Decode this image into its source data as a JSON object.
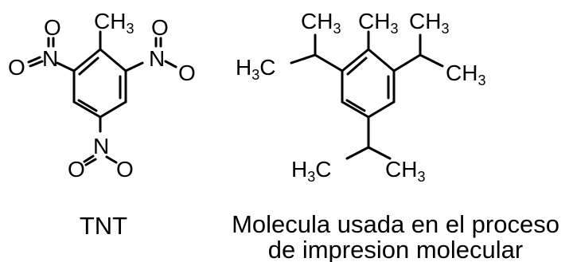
{
  "molecules": [
    {
      "name": "TNT",
      "caption": "TNT",
      "atoms": {
        "methyl": {
          "main": "CH",
          "sub": "3"
        },
        "no2_left": {
          "n": "N",
          "o_top": "O",
          "o_side": "O"
        },
        "no2_right": {
          "n": "N",
          "o_top": "O",
          "o_side": "O"
        },
        "no2_bottom": {
          "n": "N",
          "o_left": "O",
          "o_right": "O"
        }
      }
    },
    {
      "name": "imprint-molecule",
      "caption_lines": [
        "Molecula usada en el proceso",
        "de impresion molecular"
      ],
      "atoms": {
        "methyl_center": {
          "main": "CH",
          "sub": "3"
        },
        "iso_left_top": {
          "main": "CH",
          "sub": "3"
        },
        "iso_left_side": {
          "main": "H",
          "sub": "3",
          "tail": "C"
        },
        "iso_right_top": {
          "main": "CH",
          "sub": "3"
        },
        "iso_right_side": {
          "main": "CH",
          "sub": "3"
        },
        "iso_bottom_left": {
          "main": "H",
          "sub": "3",
          "tail": "C"
        },
        "iso_bottom_right": {
          "main": "CH",
          "sub": "3"
        }
      }
    }
  ]
}
